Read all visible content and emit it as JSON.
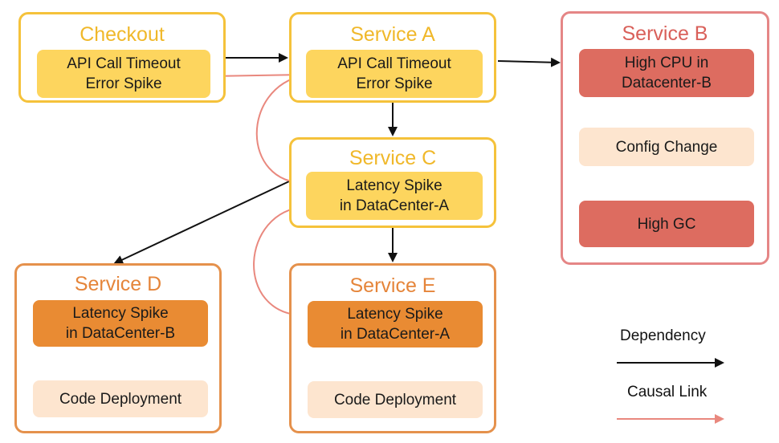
{
  "services": {
    "checkout": {
      "title": "Checkout",
      "node": "API Call Timeout\nError Spike"
    },
    "a": {
      "title": "Service A",
      "node": "API Call Timeout\nError Spike"
    },
    "b": {
      "title": "Service B",
      "node_top": "High CPU in\nDatacenter-B",
      "node_mid": "Config Change",
      "node_bottom": "High GC"
    },
    "c": {
      "title": "Service C",
      "node": "Latency Spike\nin DataCenter-A"
    },
    "d": {
      "title": "Service D",
      "node": "Latency Spike\nin DataCenter-B",
      "node_sub": "Code Deployment"
    },
    "e": {
      "title": "Service E",
      "node": "Latency Spike\nin DataCenter-A",
      "node_sub": "Code Deployment"
    }
  },
  "legend": {
    "dependency": "Dependency",
    "causal": "Causal Link"
  },
  "colors": {
    "dependency": "#111111",
    "causal": "#e9887e"
  }
}
